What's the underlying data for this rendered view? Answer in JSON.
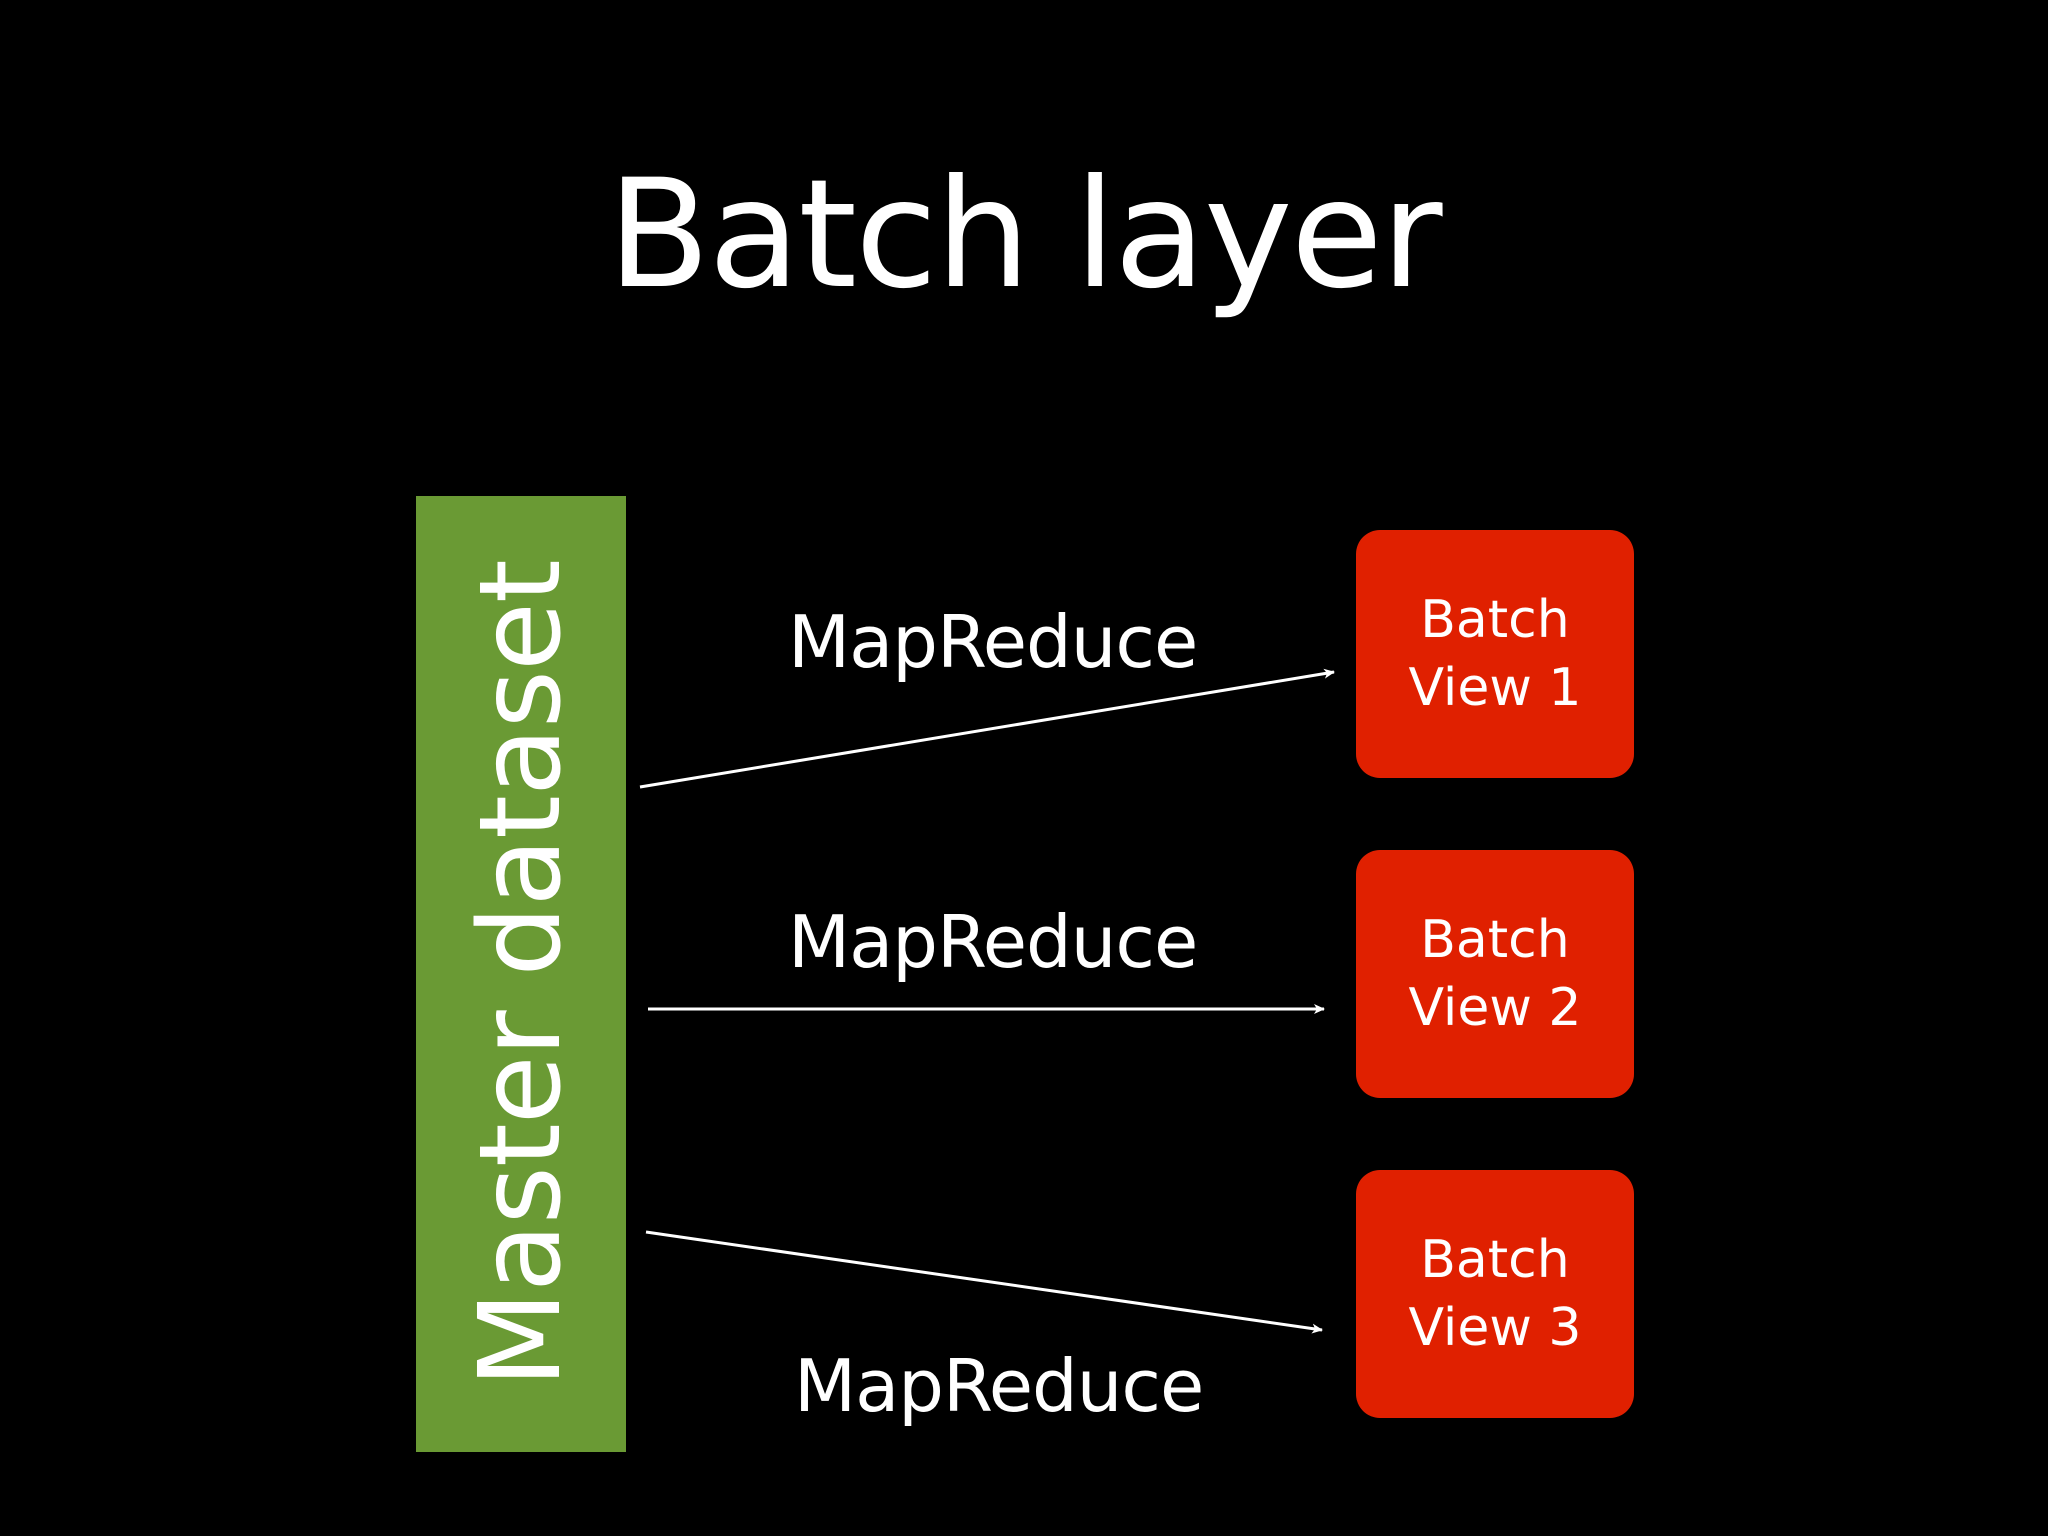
{
  "title": "Batch layer",
  "master": {
    "label": "Master dataset"
  },
  "arrows": [
    {
      "label": "MapReduce"
    },
    {
      "label": "MapReduce"
    },
    {
      "label": "MapReduce"
    }
  ],
  "views": [
    {
      "line1": "Batch",
      "line2": "View 1"
    },
    {
      "line1": "Batch",
      "line2": "View 2"
    },
    {
      "line1": "Batch",
      "line2": "View 3"
    }
  ],
  "colors": {
    "background": "#000000",
    "master": "#6a9a34",
    "view": "#e02000",
    "text": "#ffffff"
  }
}
